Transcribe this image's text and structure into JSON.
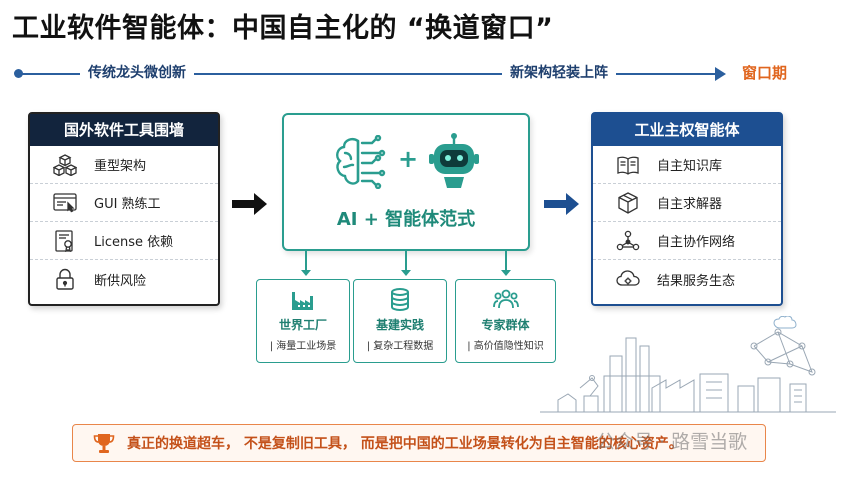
{
  "title": "工业软件智能体：中国自主化的 “换道窗口”",
  "timeline": {
    "start_label": "传统龙头微创新",
    "mid_label": "新架构轻装上阵",
    "end_label": "窗口期"
  },
  "left_panel": {
    "title": "国外软件工具围墙",
    "items": [
      {
        "icon": "cubes-icon",
        "label": "重型架构"
      },
      {
        "icon": "gui-window-icon",
        "label": "GUI 熟练工"
      },
      {
        "icon": "certificate-icon",
        "label": "License 依赖"
      },
      {
        "icon": "lock-icon",
        "label": "断供风险"
      }
    ]
  },
  "center": {
    "icons": [
      "brain-circuit-icon",
      "robot-icon"
    ],
    "plus": "+",
    "label": "AI + 智能体范式"
  },
  "sources": [
    {
      "icon": "factory-icon",
      "title": "世界工厂",
      "sub": "| 海量工业场景"
    },
    {
      "icon": "database-icon",
      "title": "基建实践",
      "sub": "| 复杂工程数据"
    },
    {
      "icon": "people-icon",
      "title": "专家群体",
      "sub": "| 高价值隐性知识"
    }
  ],
  "right_panel": {
    "title": "工业主权智能体",
    "items": [
      {
        "icon": "book-icon",
        "label": "自主知识库"
      },
      {
        "icon": "cube-solver-icon",
        "label": "自主求解器"
      },
      {
        "icon": "network-icon",
        "label": "自主协作网络"
      },
      {
        "icon": "cloud-service-icon",
        "label": "结果服务生态"
      }
    ]
  },
  "banner": {
    "icon": "trophy-icon",
    "text": "真正的换道超车， 不是复制旧工具， 而是把中国的工业场景转化为自主智能的核心资产。"
  },
  "watermark": "公众号 · 路雪当歌",
  "colors": {
    "navy": "#12243d",
    "blue": "#1d4f91",
    "teal": "#2a9d8f",
    "orange": "#e0661f"
  }
}
